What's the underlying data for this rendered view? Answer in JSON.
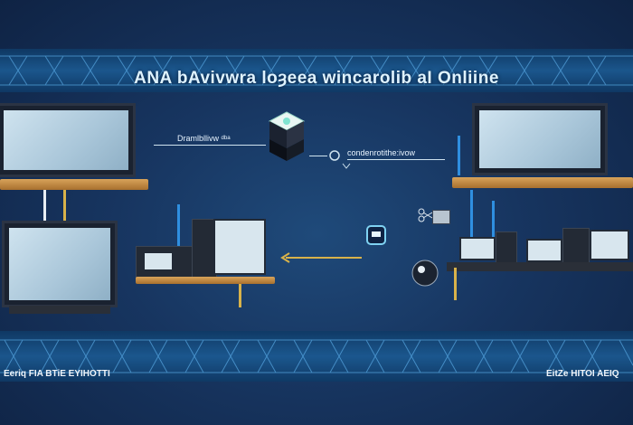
{
  "title": "ANA bAvivwra loȝeea wincarolib aI Onliine",
  "labels": {
    "left_caption": "Dramlbllivw ᵈᵇᵃ",
    "right_caption": "condenrotithe:ivow"
  },
  "footer": {
    "left": "Eeriq FIA BTiE EYIHOTTI",
    "right": "EitZe HITOI AEIQ"
  },
  "colors": {
    "background": "#15284a",
    "band": "#1c5b93",
    "shelf": "#c88a45",
    "cable_blue": "#2f8fe0",
    "cable_yellow": "#d8b24a"
  },
  "icons": [
    "server-cube-icon",
    "network-node-icon",
    "arrow-left-icon",
    "arrow-right-icon",
    "plug-icon",
    "scissors-icon"
  ]
}
